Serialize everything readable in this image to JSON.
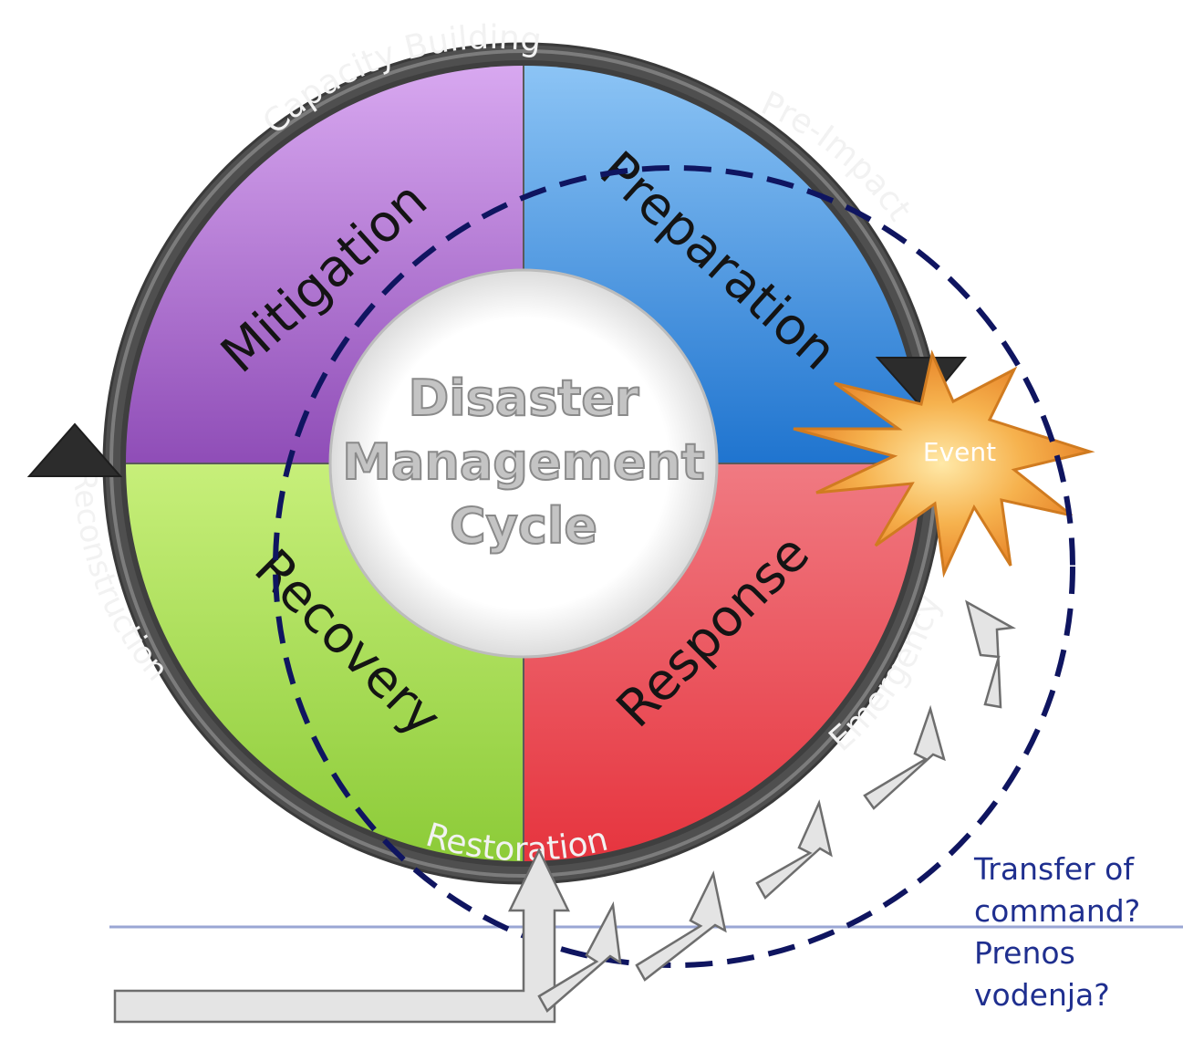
{
  "center": {
    "line1": "Disaster",
    "line2": "Management",
    "line3": "Cycle"
  },
  "quadrants": {
    "mitigation": "Mitigation",
    "preparation": "Preparation",
    "response": "Response",
    "recovery": "Recovery"
  },
  "ring": {
    "capacity_building": "Capacity Building",
    "pre_impact": "Pre-Impact",
    "emergency": "Emergency",
    "restoration": "Restoration",
    "reconstruction": "Reconstruction"
  },
  "event_label": "Event",
  "note": {
    "line1": "Transfer of",
    "line2": "command?",
    "line3": "Prenos",
    "line4": "vodenja?"
  },
  "colors": {
    "mitigation": "#a466c9",
    "preparation": "#3d8fe0",
    "response": "#e8545e",
    "recovery": "#9bd54a",
    "ring": "#4f4f4f",
    "dashed_circle": "#0f1560",
    "note_text": "#1f2f8f",
    "arrow_fill": "#e4e4e4"
  }
}
